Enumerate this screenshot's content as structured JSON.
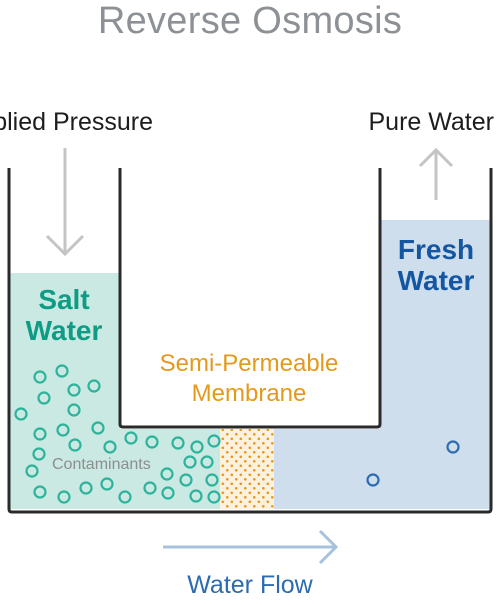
{
  "title": "Reverse Osmosis",
  "labels": {
    "applied_pressure": "plied Pressure",
    "pure_water": "Pure Water",
    "salt_water_line1": "Salt",
    "salt_water_line2": "Water",
    "fresh_water_line1": "Fresh",
    "fresh_water_line2": "Water",
    "membrane_line1": "Semi-Permeable",
    "membrane_line2": "Membrane",
    "contaminants": "Contaminants",
    "water_flow": "Water Flow"
  },
  "colors": {
    "title": "#8d9196",
    "salt_fill": "#c9e9e2",
    "salt_text": "#0f9c86",
    "contaminant": "#2cb39b",
    "fresh_fill": "#cfdeec",
    "fresh_text": "#1556a3",
    "fresh_particle": "#2d6bb0",
    "membrane_dots": "#e5991a",
    "arrow_gray": "#c4c4c4",
    "flow_arrow": "#a7c2dd",
    "vessel_stroke": "#2a2a2a"
  },
  "icons": {
    "pressure_arrow": "arrow-down-icon",
    "pure_water_arrow": "arrow-up-icon",
    "water_flow_arrow": "arrow-right-icon"
  }
}
